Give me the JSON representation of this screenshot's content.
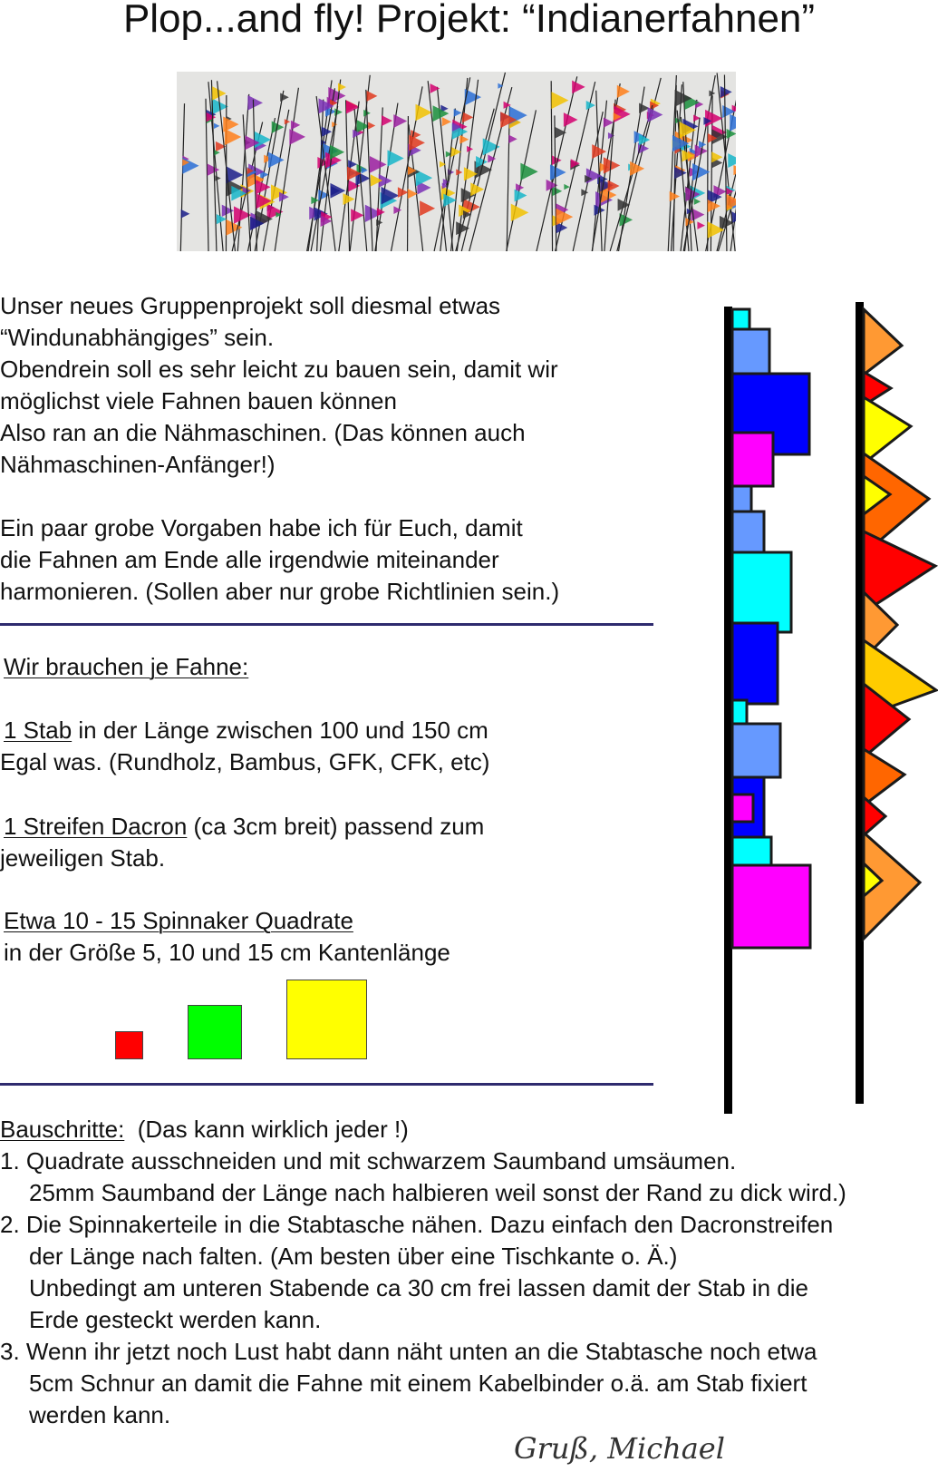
{
  "title": "Plop...and fly! Projekt: “Indianerfahnen”",
  "intro": {
    "lines": [
      "Unser neues Gruppenprojekt soll diesmal etwas",
      "“Windunabhängiges” sein.",
      "Obendrein soll es sehr leicht zu bauen sein, damit wir",
      "möglichst viele Fahnen bauen können",
      "Also ran an die Nähmaschinen. (Das können auch",
      "Nähmaschinen-Anfänger!)"
    ],
    "guidelines": [
      "Ein paar grobe Vorgaben habe ich für Euch, damit",
      "die Fahnen am Ende alle irgendwie miteinander",
      "harmonieren. (Sollen aber nur grobe Richtlinien sein.)"
    ]
  },
  "materials": {
    "heading": "Wir brauchen je Fahne:",
    "stab_label": "1 Stab",
    "stab_rest": " in der Länge zwischen 100 und 150 cm",
    "stab_note": "Egal was. (Rundholz, Bambus, GFK, CFK, etc)",
    "dacron_label": "1 Streifen Dacron",
    "dacron_rest": " (ca 3cm breit) passend zum",
    "dacron_note": "jeweiligen Stab.",
    "squares_label": "Etwa 10 - 15 Spinnaker Quadrate",
    "squares_note": "in der Größe 5, 10 und 15 cm Kantenlänge",
    "square_colors": [
      "#ff0000",
      "#00ff00",
      "#ffff00"
    ]
  },
  "steps": {
    "heading": "Bauschritte:",
    "heading_note": "  (Das kann wirklich jeder !)",
    "lines": [
      "1. Quadrate ausschneiden und mit schwarzem Saumband umsäumen.",
      "25mm Saumband der Länge nach halbieren weil sonst der Rand zu dick wird.)",
      "2. Die Spinnakerteile in die Stabtasche nähen. Dazu einfach den Dacronstreifen",
      "der Länge nach falten. (Am besten über eine Tischkante o. Ä.)",
      "Unbedingt am unteren Stabende ca 30 cm frei lassen damit der Stab in die",
      "Erde gesteckt werden kann.",
      "3. Wenn ihr jetzt noch Lust habt dann näht unten an die Stabtasche noch etwa",
      "5cm Schnur an damit die Fahne mit einem Kabelbinder o.ä. am Stab fixiert",
      "werden kann."
    ]
  },
  "signature": "Gruß, Michael",
  "colors": {
    "divider": "#2e2a6e",
    "square_flag": [
      "#00ffff",
      "#6699ff",
      "#0000ff",
      "#ff00ff",
      "#6699ff",
      "#6699ff",
      "#00ffff",
      "#0000ff",
      "#00ffff",
      "#6699ff",
      "#0000ff",
      "#ff00ff",
      "#00ffff",
      "#ff00ff"
    ],
    "triangle_flag": [
      "#ff9933",
      "#ff0000",
      "#ffff00",
      "#ff6600",
      "#ffff00",
      "#ff0000",
      "#ff9933",
      "#ffcc00",
      "#ff0000",
      "#ff6600",
      "#ff0000",
      "#ff9933",
      "#ffff00"
    ]
  }
}
